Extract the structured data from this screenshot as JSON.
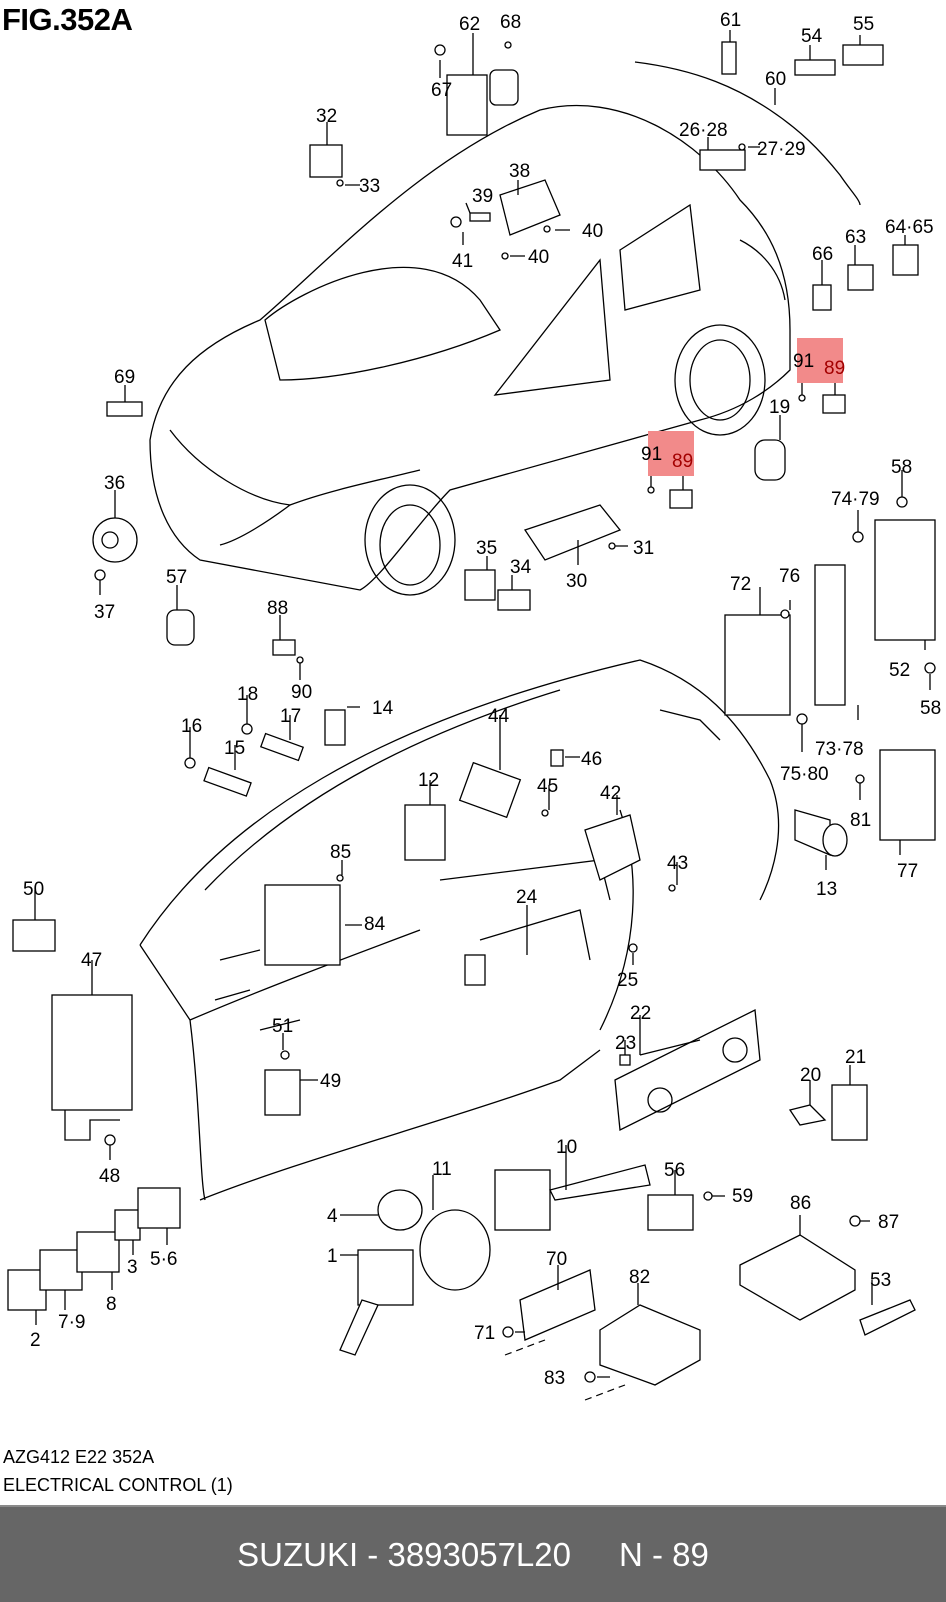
{
  "figure": {
    "title": "FIG.352A",
    "code": "AZG412 E22 352A",
    "name": "ELECTRICAL CONTROL (1)"
  },
  "footer": {
    "brand_part": "SUZUKI - 3893057L20",
    "ref": "N - 89"
  },
  "highlight": {
    "part_number": "89",
    "color": "#f28a8a",
    "label_color": "#a30000"
  },
  "callouts": {
    "c1": "1",
    "c2": "2",
    "c3": "3",
    "c4": "4",
    "c5_6": "5·6",
    "c7_9": "7·9",
    "c8": "8",
    "c10": "10",
    "c11": "11",
    "c12": "12",
    "c13": "13",
    "c14": "14",
    "c15": "15",
    "c16": "16",
    "c17": "17",
    "c18": "18",
    "c19": "19",
    "c20": "20",
    "c21": "21",
    "c22": "22",
    "c23": "23",
    "c24": "24",
    "c25": "25",
    "c26_28": "26·28",
    "c27_29": "27·29",
    "c30": "30",
    "c31": "31",
    "c32": "32",
    "c33": "33",
    "c34": "34",
    "c35": "35",
    "c36": "36",
    "c37": "37",
    "c38": "38",
    "c39": "39",
    "c40a": "40",
    "c40b": "40",
    "c41": "41",
    "c42": "42",
    "c43": "43",
    "c44": "44",
    "c45": "45",
    "c46": "46",
    "c47": "47",
    "c48": "48",
    "c49": "49",
    "c50": "50",
    "c51": "51",
    "c52": "52",
    "c53": "53",
    "c54": "54",
    "c55": "55",
    "c56": "56",
    "c57": "57",
    "c58a": "58",
    "c58b": "58",
    "c59": "59",
    "c60": "60",
    "c61": "61",
    "c62": "62",
    "c63": "63",
    "c64_65": "64·65",
    "c66": "66",
    "c67": "67",
    "c68": "68",
    "c69": "69",
    "c70": "70",
    "c71": "71",
    "c72": "72",
    "c73_78": "73·78",
    "c74_79": "74·79",
    "c75_80": "75·80",
    "c76": "76",
    "c77": "77",
    "c81": "81",
    "c82": "82",
    "c83": "83",
    "c84": "84",
    "c85": "85",
    "c86": "86",
    "c87": "87",
    "c88": "88",
    "c89a": "89",
    "c89b": "89",
    "c90": "90",
    "c91a": "91",
    "c91b": "91"
  }
}
